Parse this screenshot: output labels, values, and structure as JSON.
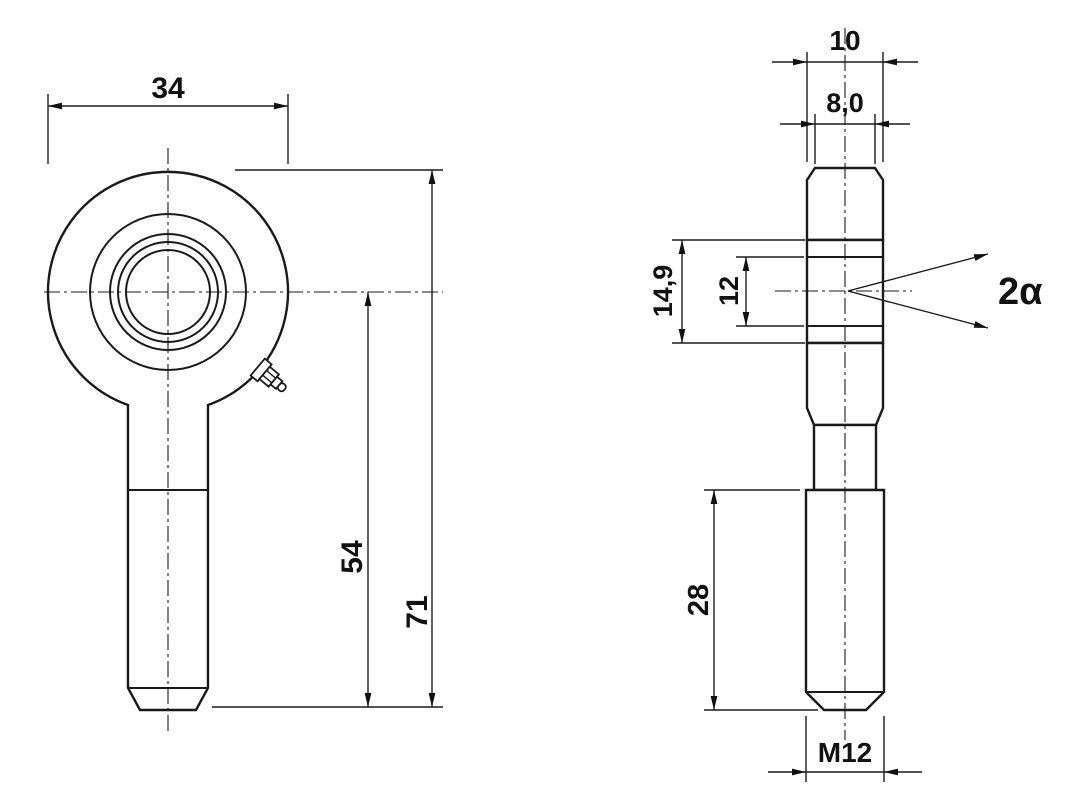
{
  "drawing": {
    "type": "technical-drawing",
    "colors": {
      "line": "#1a1a1a",
      "text": "#111111",
      "background": "#ffffff"
    },
    "front_view": {
      "dims": {
        "head_width": "34",
        "center_to_bottom": "54",
        "overall_length": "71"
      }
    },
    "side_view": {
      "dims": {
        "head_thickness": "10",
        "inner_width": "8,0",
        "outer_ring_height": "14,9",
        "bore": "12",
        "angle": "2α",
        "thread_length": "28",
        "thread": "M12"
      }
    }
  }
}
